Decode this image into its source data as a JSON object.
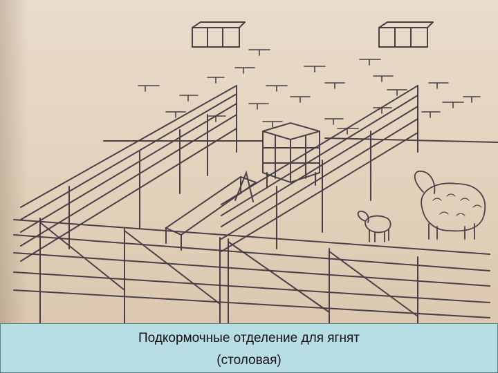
{
  "caption": {
    "line1": "Подкормочные отделение для ягнят",
    "line2": "(столовая)"
  },
  "colors": {
    "paper": "#e6d8c6",
    "ink": "#4a3f46",
    "caption_bg": "#b8dde5"
  },
  "illustration": {
    "subject": "sheep-pen-sketch"
  }
}
